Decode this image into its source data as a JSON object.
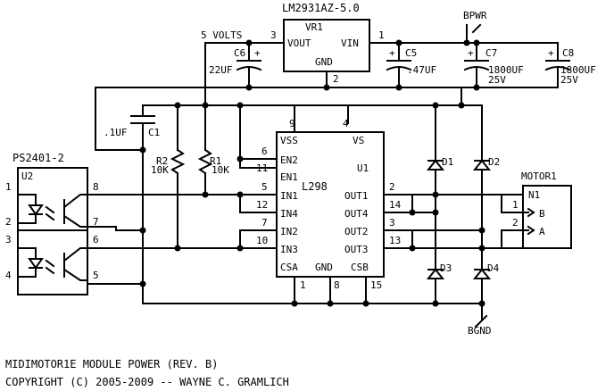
{
  "vr1": {
    "part": "LM2931AZ-5.0",
    "ref": "VR1",
    "vout": "VOUT",
    "vin": "VIN",
    "gnd": "GND",
    "pin_out": "3",
    "pin_in": "1",
    "pin_gnd": "2"
  },
  "net_5v": "5 VOLTS",
  "net_bpwr": "BPWR",
  "net_bgnd": "BGND",
  "caps": {
    "c6": {
      "ref": "C6",
      "value": "22UF"
    },
    "c5": {
      "ref": "C5",
      "value": ".47UF"
    },
    "c7": {
      "ref": "C7",
      "value": "1800UF",
      "volt": "25V"
    },
    "c8": {
      "ref": "C8",
      "value": "1800UF",
      "volt": "25V"
    },
    "c1": {
      "ref": "C1",
      "value": ".1UF"
    }
  },
  "res": {
    "r2": {
      "ref": "R2",
      "value": "10K"
    },
    "r1": {
      "ref": "R1",
      "value": "10K"
    }
  },
  "u1": {
    "part": "L298",
    "ref": "U1",
    "pins_left": [
      {
        "num": "6",
        "name": "EN2"
      },
      {
        "num": "11",
        "name": "EN1"
      },
      {
        "num": "5",
        "name": "IN1"
      },
      {
        "num": "12",
        "name": "IN4"
      },
      {
        "num": "7",
        "name": "IN2"
      },
      {
        "num": "10",
        "name": "IN3"
      }
    ],
    "pins_right": [
      {
        "num": "2",
        "name": "OUT1"
      },
      {
        "num": "14",
        "name": "OUT4"
      },
      {
        "num": "3",
        "name": "OUT2"
      },
      {
        "num": "13",
        "name": "OUT3"
      }
    ],
    "vss": "VSS",
    "vs": "VS",
    "pin_vss": "9",
    "pin_vs": "4",
    "csa": "CSA",
    "gnd": "GND",
    "csb": "CSB",
    "pin_csa": "1",
    "pin_gnd": "8",
    "pin_csb": "15"
  },
  "u2": {
    "part": "PS2401-2",
    "ref": "U2",
    "pins": [
      "1",
      "2",
      "3",
      "4",
      "8",
      "7",
      "6",
      "5"
    ]
  },
  "diodes": [
    "D1",
    "D2",
    "D3",
    "D4"
  ],
  "motor": {
    "title": "MOTOR1",
    "ref": "N1",
    "pin1": "1",
    "pin2": "2",
    "b": "B",
    "a": "A"
  },
  "footer": {
    "line1": "MIDIMOTOR1E MODULE POWER (REV. B)",
    "line2": "COPYRIGHT (C) 2005-2009 -- WAYNE C. GRAMLICH"
  }
}
